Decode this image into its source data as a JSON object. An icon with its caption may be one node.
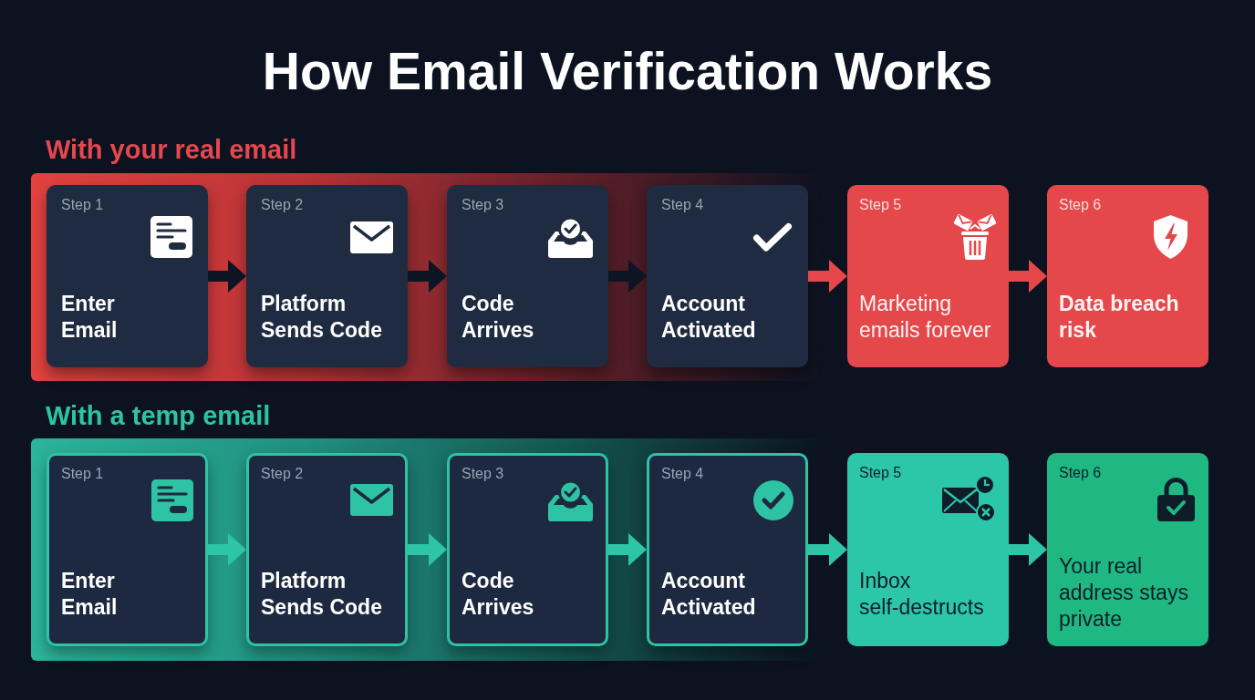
{
  "diagram": {
    "title": "How Email Verification Works",
    "nodes": [
      {
        "text": [
          "With your real email"
        ]
      },
      {
        "text": [
          "Step 1",
          "Enter Email"
        ],
        "in": 0
      },
      {
        "text": [
          "Step 2",
          "Platform Sends Code"
        ],
        "in": 0
      },
      {
        "text": [
          "Step 3",
          "Code Arrives"
        ],
        "in": 0
      },
      {
        "text": [
          "Step 4",
          "Account Activated"
        ],
        "in": 0
      },
      {
        "text": [
          "Step 5",
          "Marketing emails forever"
        ]
      },
      {
        "text": [
          "Step 6",
          "Data breach risk"
        ]
      },
      {
        "text": [
          "With a temp email"
        ]
      },
      {
        "text": [
          "Step 1",
          "Enter Email"
        ],
        "in": 7
      },
      {
        "text": [
          "Step 2",
          "Platform Sends Code"
        ],
        "in": 7
      },
      {
        "text": [
          "Step 3",
          "Code Arrives"
        ],
        "in": 7
      },
      {
        "text": [
          "Step 4",
          "Account Activated"
        ],
        "in": 7
      },
      {
        "text": [
          "Step 5",
          "Inbox self-destructs"
        ]
      },
      {
        "text": [
          "Step 6",
          "Your real address stays private"
        ]
      }
    ],
    "edges": [
      {
        "from": 1,
        "to": 2,
        "arrow": "to",
        "color": "#0d1424"
      },
      {
        "from": 2,
        "to": 3,
        "arrow": "to",
        "color": "#0d1424"
      },
      {
        "from": 3,
        "to": 4,
        "arrow": "to",
        "color": "#0d1424"
      },
      {
        "from": 4,
        "to": 5,
        "arrow": "to",
        "color": "#e5484a"
      },
      {
        "from": 5,
        "to": 6,
        "arrow": "to",
        "color": "#e5484a"
      },
      {
        "from": 8,
        "to": 9,
        "arrow": "to"
      },
      {
        "from": 9,
        "to": 10,
        "arrow": "to"
      },
      {
        "from": 10,
        "to": 11,
        "arrow": "to"
      },
      {
        "from": 11,
        "to": 12,
        "arrow": "to"
      },
      {
        "from": 12,
        "to": 13,
        "arrow": "to"
      }
    ]
  }
}
